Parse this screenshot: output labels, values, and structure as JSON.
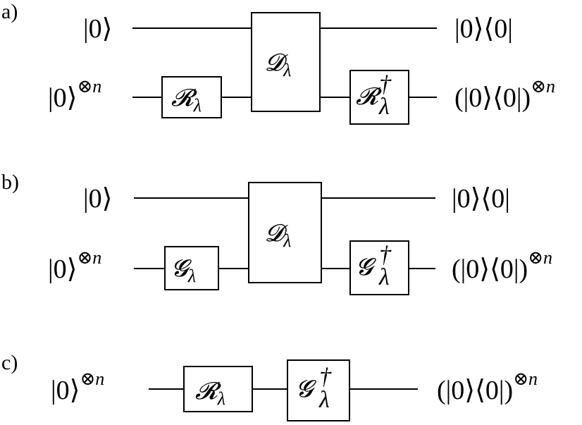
{
  "panels": [
    {
      "label": "a)",
      "top_input": "|0⟩",
      "bottom_input_base": "|0⟩",
      "bottom_input_sup": "⊗n",
      "left_gate": "𝓡",
      "left_gate_sub": "λ",
      "middle_gate": "𝓓",
      "middle_gate_sub": "λ",
      "right_gate": "𝓡",
      "right_gate_sub": "λ",
      "right_gate_sup": "†",
      "top_output": "|0⟩⟨0|",
      "bottom_output_base": "(|0⟩⟨0|)",
      "bottom_output_sup": "⊗n"
    },
    {
      "label": "b)",
      "top_input": "|0⟩",
      "bottom_input_base": "|0⟩",
      "bottom_input_sup": "⊗n",
      "left_gate": "𝓖",
      "left_gate_sub": "λ",
      "middle_gate": "𝓓",
      "middle_gate_sub": "λ",
      "right_gate": "𝓖",
      "right_gate_sub": "λ",
      "right_gate_sup": "†",
      "top_output": "|0⟩⟨0|",
      "bottom_output_base": "(|0⟩⟨0|)",
      "bottom_output_sup": "⊗n"
    },
    {
      "label": "c)",
      "input_base": "|0⟩",
      "input_sup": "⊗n",
      "left_gate": "𝓡",
      "left_gate_sub": "λ",
      "right_gate": "𝓖",
      "right_gate_sub": "λ",
      "right_gate_sup": "†",
      "output_base": "(|0⟩⟨0|)",
      "output_sup": "⊗n"
    }
  ]
}
